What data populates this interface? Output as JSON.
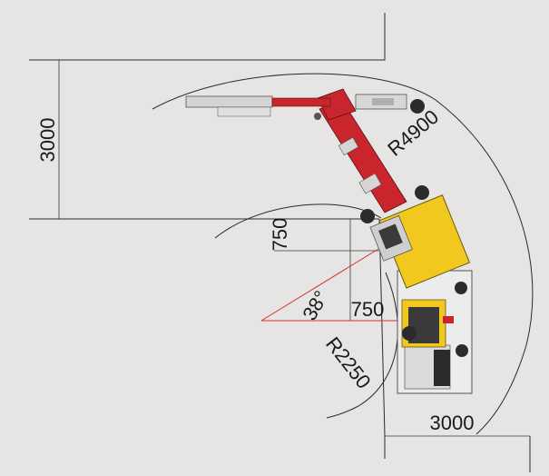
{
  "diagram": {
    "labels": {
      "corridor_width": "3000",
      "outer_radius": "R4900",
      "inner_offset_vertical": "750",
      "inner_offset_horizontal": "750",
      "angle": "38°",
      "inner_radius": "R2250",
      "bottom_width": "3000"
    },
    "colors": {
      "background": "#e6e5e3",
      "boom_red": "#c8262c",
      "body_yellow": "#f0c81e",
      "dark": "#2b2b2b",
      "light_grey": "#cfcfcf",
      "angle_line": "#d8322a"
    }
  }
}
